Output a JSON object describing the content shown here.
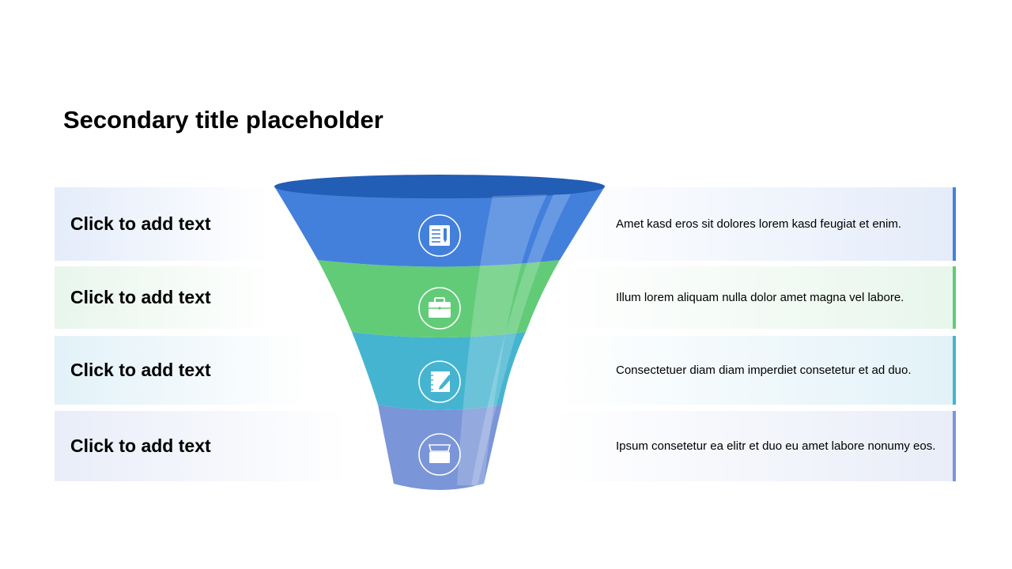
{
  "title": "Secondary title placeholder",
  "stages": [
    {
      "label": "Click to add text",
      "description": "Amet kasd eros sit dolores lorem kasd feugiat et enim.",
      "icon": "document-edit-icon",
      "color": "#4380DC",
      "tint": "#E4ECFA"
    },
    {
      "label": "Click to add text",
      "description": "Illum lorem aliquam nulla dolor amet magna vel labore.",
      "icon": "briefcase-icon",
      "color": "#62CB78",
      "tint": "#E8F6EC"
    },
    {
      "label": "Click to add text",
      "description": "Consectetuer diam diam imperdiet consetetur et ad duo.",
      "icon": "notebook-pen-icon",
      "color": "#45B4D0",
      "tint": "#E2F2F8"
    },
    {
      "label": "Click to add text",
      "description": "Ipsum consetetur ea elitr et duo eu amet labore nonumy eos.",
      "icon": "basket-icon",
      "color": "#7A95D8",
      "tint": "#E9EDF8"
    }
  ]
}
